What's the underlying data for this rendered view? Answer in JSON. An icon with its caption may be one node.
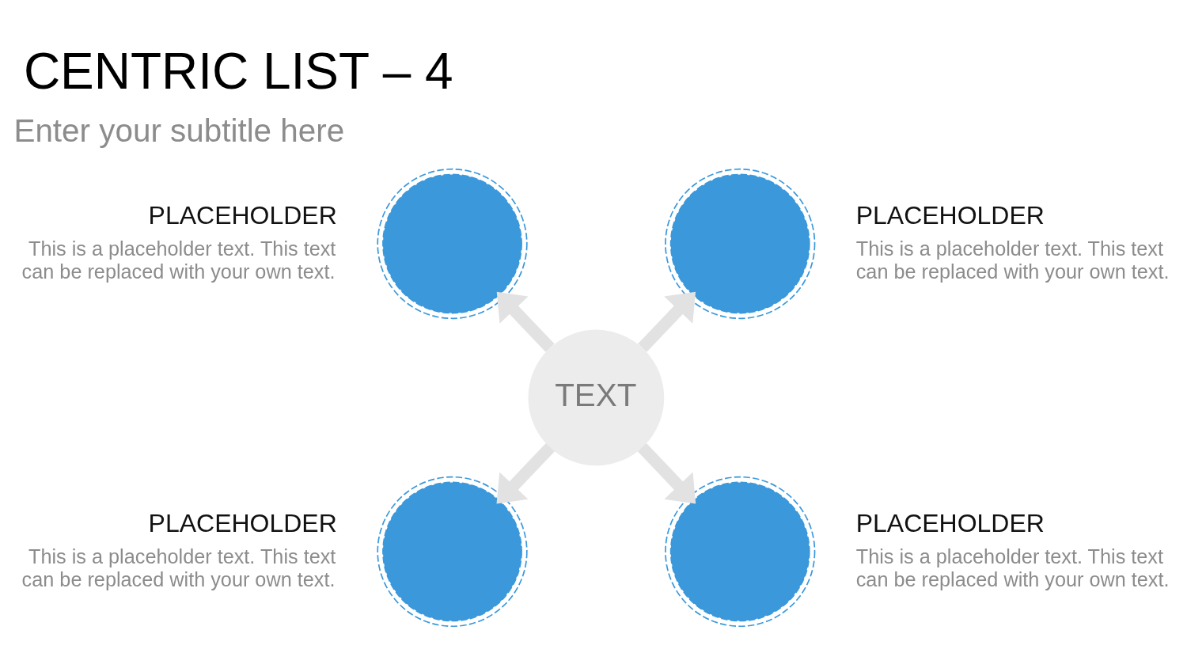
{
  "diagram": {
    "title": "CENTRIC LIST – 4",
    "nodes": [
      {
        "text": [],
        "shape": "circle",
        "beside": [
          "PLACEHOLDER",
          "This is a placeholder text. This text can be replaced with your own text."
        ]
      },
      {
        "text": [],
        "shape": "circle",
        "beside": [
          "PLACEHOLDER",
          "This is a placeholder text. This text can be replaced with your own text."
        ]
      },
      {
        "text": [
          "TEXT"
        ]
      },
      {
        "text": [],
        "shape": "circle",
        "beside": [
          "PLACEHOLDER",
          "This is a placeholder text. This text can be replaced with your own text."
        ]
      },
      {
        "text": [],
        "shape": "circle",
        "beside": [
          "PLACEHOLDER",
          "This is a placeholder text. This text can be replaced with your own text."
        ]
      }
    ],
    "edges": [
      {
        "from": 2,
        "to": 0,
        "arrow": "to"
      },
      {
        "from": 2,
        "to": 1,
        "arrow": "to"
      },
      {
        "from": 2,
        "to": 3,
        "arrow": "to"
      },
      {
        "from": 2,
        "to": 4,
        "arrow": "to"
      }
    ],
    "labels": [
      "Enter your subtitle here"
    ]
  }
}
